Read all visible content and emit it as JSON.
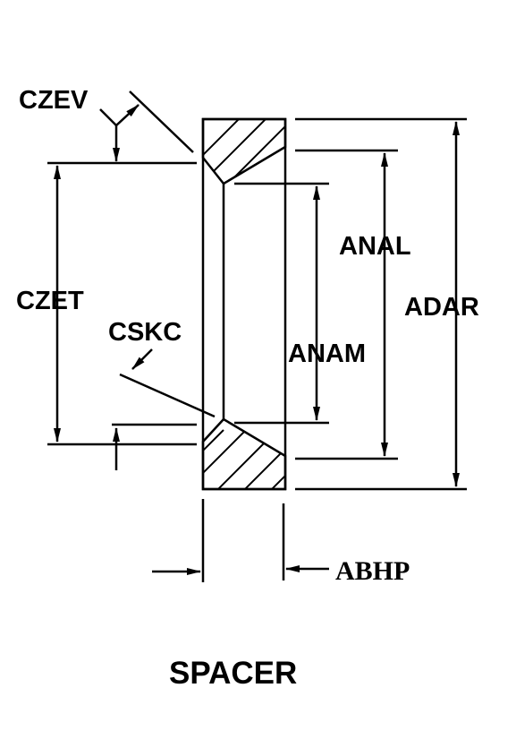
{
  "diagram": {
    "title": "SPACER",
    "labels": {
      "czev": "CZEV",
      "czet": "CZET",
      "cskc": "CSKC",
      "anal": "ANAL",
      "anam": "ANAM",
      "adar": "ADAR",
      "abhp": "ABHP"
    },
    "colors": {
      "ink": "#000000",
      "background": "#ffffff"
    }
  }
}
